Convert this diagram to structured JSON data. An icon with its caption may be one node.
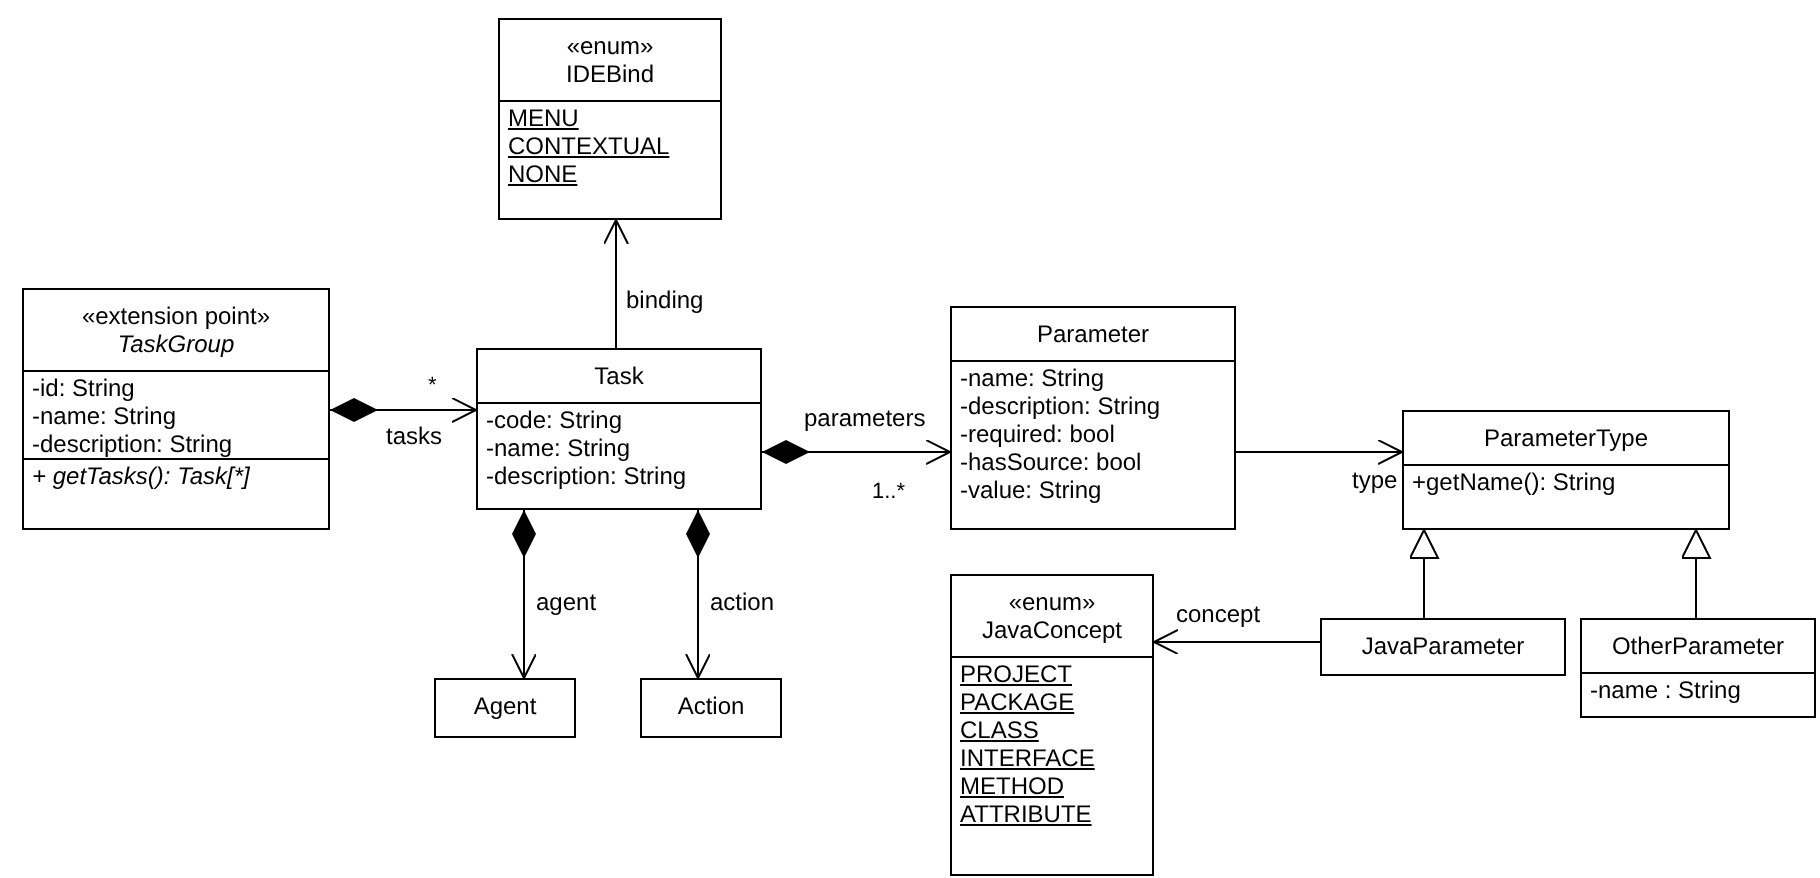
{
  "diagram": {
    "nodes": [
      {
        "text": [
          "«enum»",
          "IDEBind",
          "MENU",
          "CONTEXTUAL",
          "NONE"
        ]
      },
      {
        "text": [
          "«extension point»",
          "TaskGroup",
          "-id: String",
          "-name: String",
          "-description: String",
          "+ getTasks(): Task[*]"
        ]
      },
      {
        "text": [
          "Task",
          "-code: String",
          "-name: String",
          "-description: String"
        ]
      },
      {
        "text": [
          "Parameter",
          "-name: String",
          "-description: String",
          "-required: bool",
          "-hasSource: bool",
          "-value: String"
        ]
      },
      {
        "text": [
          "ParameterType",
          "+getName(): String"
        ]
      },
      {
        "text": [
          "Agent"
        ]
      },
      {
        "text": [
          "Action"
        ]
      },
      {
        "text": [
          "«enum»",
          "JavaConcept",
          "PROJECT",
          "PACKAGE",
          "CLASS",
          "INTERFACE",
          "METHOD",
          "ATTRIBUTE"
        ]
      },
      {
        "text": [
          "JavaParameter"
        ]
      },
      {
        "text": [
          "OtherParameter",
          "-name : String"
        ]
      }
    ],
    "edges": [
      {
        "from": 1,
        "to": 2,
        "arrow": "to",
        "label": "tasks"
      },
      {
        "from": 2,
        "to": 0,
        "arrow": "to",
        "label": "binding"
      },
      {
        "from": 2,
        "to": 3,
        "arrow": "to",
        "label": "parameters"
      },
      {
        "from": 3,
        "to": 4,
        "arrow": "to",
        "label": "type"
      },
      {
        "from": 2,
        "to": 5,
        "arrow": "to",
        "label": "agent"
      },
      {
        "from": 2,
        "to": 6,
        "arrow": "to",
        "label": "action"
      },
      {
        "from": 8,
        "to": 4,
        "arrow": "to"
      },
      {
        "from": 9,
        "to": 4,
        "arrow": "to"
      },
      {
        "from": 8,
        "to": 7,
        "arrow": "to",
        "label": "concept"
      }
    ],
    "labels": [
      "*",
      "1..*"
    ]
  }
}
